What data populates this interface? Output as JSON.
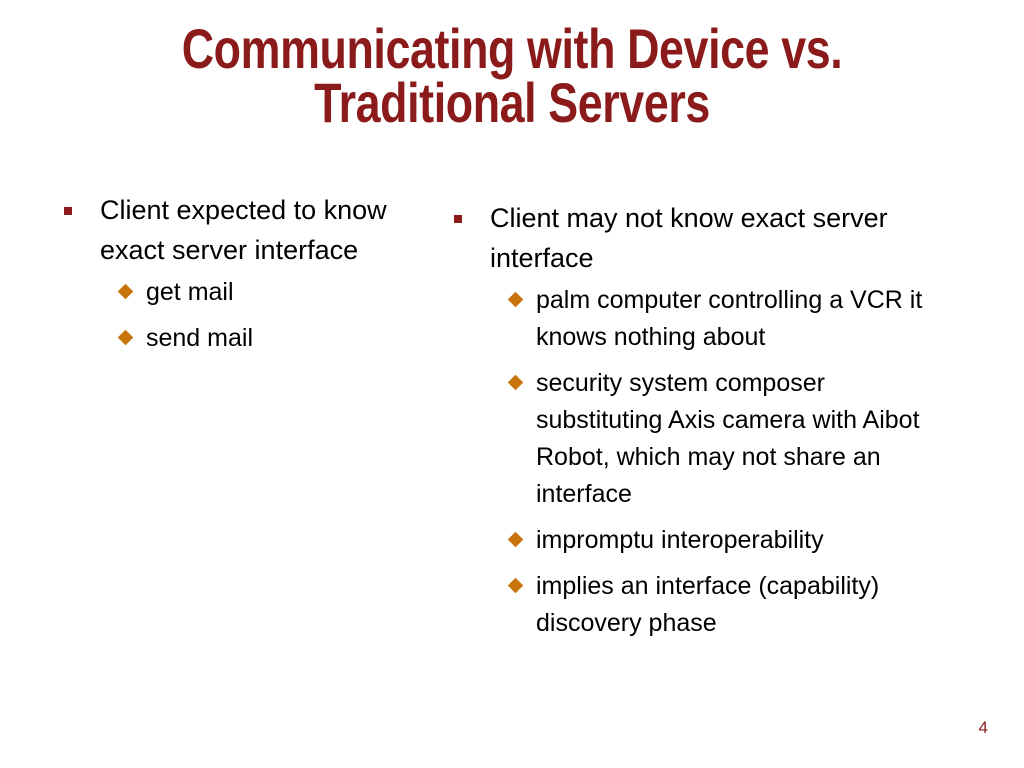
{
  "slide": {
    "title_line1": "Communicating with Device vs.",
    "title_line2": "Traditional Servers",
    "page_number": "4"
  },
  "left_column": {
    "main_point": "Client expected to know exact server interface",
    "sub_points": [
      "get mail",
      "send mail"
    ]
  },
  "right_column": {
    "main_point": "Client may not know exact server interface",
    "sub_points": [
      "palm computer controlling a VCR it knows nothing about",
      "security system composer substituting Axis camera with Aibot Robot, which may not share an interface",
      "impromptu interoperability",
      "implies an interface (capability) discovery phase"
    ]
  },
  "colors": {
    "title": "#8b1a1a",
    "bullet_level1": "#8b1a1a",
    "bullet_level2": "#c8740a"
  }
}
